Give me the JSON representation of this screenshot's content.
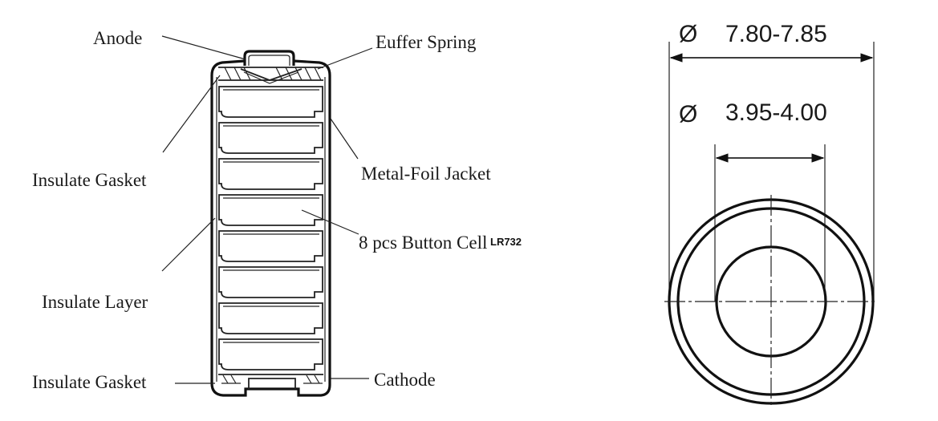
{
  "cross_section": {
    "labels": {
      "anode": "Anode",
      "buffer_spring": "Euffer Spring",
      "insulate_gasket_top": "Insulate Gasket",
      "metal_foil_jacket": "Metal-Foil Jacket",
      "button_cells": "8 pcs Button Cell",
      "button_cells_model": "LR732",
      "insulate_layer": "Insulate Layer",
      "insulate_gasket_bottom": "Insulate Gasket",
      "cathode": "Cathode"
    },
    "cell_count": 8
  },
  "top_view": {
    "outer_diameter": {
      "symbol": "Ø",
      "value": "7.80-7.85"
    },
    "inner_diameter": {
      "symbol": "Ø",
      "value": "3.95-4.00"
    }
  }
}
